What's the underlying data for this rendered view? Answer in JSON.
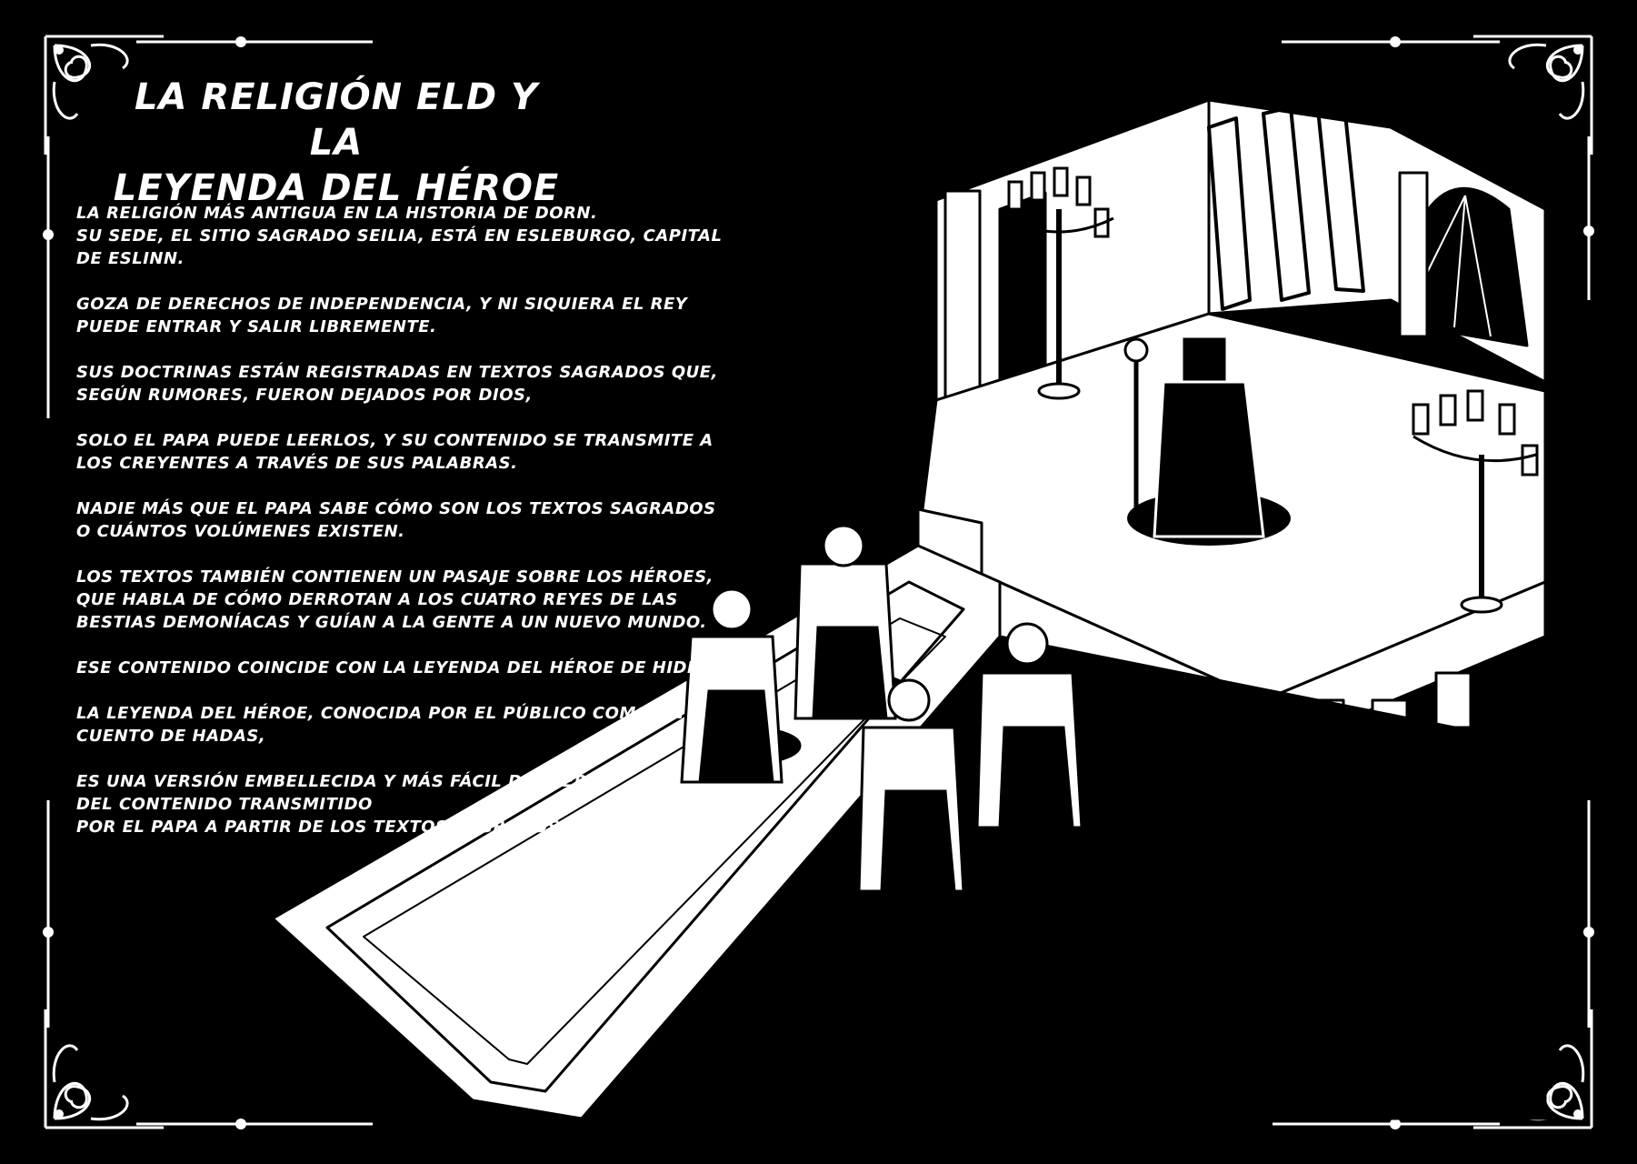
{
  "title": {
    "line1": "LA RELIGIÓN ELD Y LA",
    "line2": "LEYENDA DEL HÉROE"
  },
  "paragraphs": [
    [
      "LA RELIGIÓN MÁS ANTIGUA EN LA HISTORIA DE DORN.",
      "SU SEDE, EL SITIO SAGRADO SEILIA, ESTÁ EN ESLEBURGO, CAPITAL",
      "DE ESLINN."
    ],
    [
      "GOZA DE DERECHOS DE INDEPENDENCIA, Y NI SIQUIERA EL REY",
      "PUEDE ENTRAR Y SALIR LIBREMENTE."
    ],
    [
      "SUS DOCTRINAS ESTÁN REGISTRADAS EN TEXTOS SAGRADOS QUE,",
      "SEGÚN RUMORES, FUERON DEJADOS POR DIOS,"
    ],
    [
      "SOLO EL PAPA PUEDE LEERLOS, Y SU CONTENIDO SE TRANSMITE A",
      "LOS CREYENTES A TRAVÉS DE SUS PALABRAS."
    ],
    [
      "NADIE MÁS QUE EL PAPA SABE CÓMO SON LOS TEXTOS SAGRADOS",
      "O CUÁNTOS VOLÚMENES EXISTEN."
    ],
    [
      "LOS TEXTOS TAMBIÉN CONTIENEN UN PASAJE SOBRE LOS HÉROES,",
      "QUE HABLA DE CÓMO DERROTAN A LOS CUATRO REYES DE LAS",
      "BESTIAS DEMONÍACAS Y GUÍAN A LA GENTE A UN NUEVO MUNDO."
    ],
    [
      "ESE CONTENIDO COINCIDE CON LA LEYENDA DEL HÉROE DE HIDEN."
    ],
    [
      "LA LEYENDA DEL HÉROE, CONOCIDA POR EL PÚBLICO COMO UN",
      "CUENTO DE HADAS,"
    ],
    [
      "ES UNA VERSIÓN EMBELLECIDA Y MÁS FÁCIL DE LEER",
      "DEL CONTENIDO TRANSMITIDO",
      "POR EL PAPA A PARTIR DE LOS TEXTOS SAGRADOS."
    ]
  ],
  "colors": {
    "background": "#000000",
    "ink": "#ffffff"
  },
  "illustration": "isometric-altar-scene"
}
